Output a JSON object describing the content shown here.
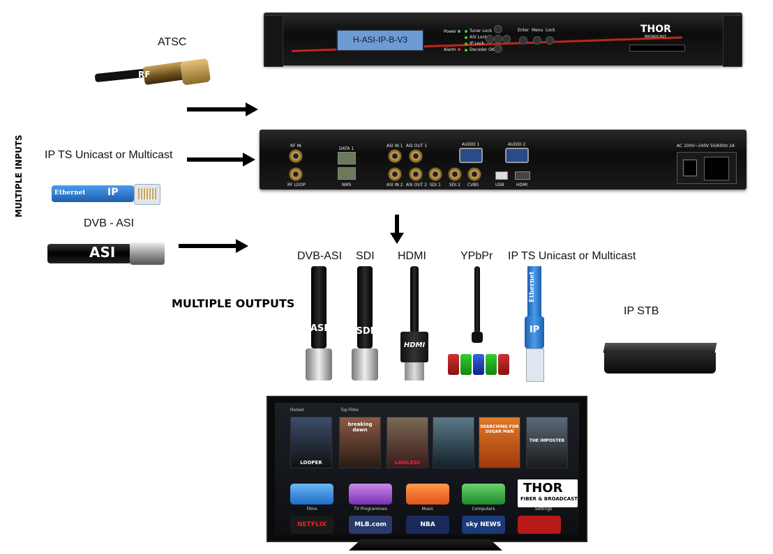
{
  "inputs": {
    "vertical_label": "MULTIPLE INPUTS",
    "atsc": "ATSC",
    "rf_tag": "RF",
    "ip_ts": "IP TS Unicast or Multicast",
    "ethernet_tag": "Ethernet",
    "ip_tag": "IP",
    "dvb_asi": "DVB - ASI",
    "asi_tag": "ASI"
  },
  "device_front": {
    "lcd_text": "H-ASI-IP-B-V3",
    "power": "Power",
    "alarm": "Alarm",
    "status": [
      "Tuner Lock",
      "ASI Lock",
      "IP Lock",
      "Decoder OK"
    ],
    "buttons": [
      "Enter",
      "Menu",
      "Lock"
    ],
    "brand": "THOR",
    "brand_sub": "BROADCAST"
  },
  "device_rear": {
    "rf_in": "RF IN",
    "rf_loop": "RF LOOP",
    "data1": "DATA 1",
    "nms": "NMS",
    "asi_in1": "ASI IN 1",
    "asi_out1": "ASI OUT 1",
    "audio1": "AUDIO 1",
    "audio2": "AUDIO 2",
    "asi_in2": "ASI IN 2",
    "asi_out2": "ASI OUT 2",
    "sdi1": "SDI 1",
    "sdi2": "SDI 2",
    "cvbs": "CVBS",
    "usb": "USB",
    "hdmi": "HDMI",
    "power_spec": "AC 100V~240V 50/60Hz 2A"
  },
  "outputs": {
    "heading": "MULTIPLE OUTPUTS",
    "dvb_asi": "DVB-ASI",
    "sdi": "SDI",
    "hdmi": "HDMI",
    "ypbpr": "YPbPr",
    "ip_ts": "IP TS Unicast or Multicast",
    "asi_tag": "ASI",
    "sdi_tag": "SDI",
    "hdmi_tag": "HDMI",
    "ethernet_tag": "Ethernet",
    "ip_tag": "IP",
    "ip_stb": "IP STB"
  },
  "tv": {
    "rented": "Rented",
    "top_films": "Top Films",
    "posters": [
      "LOOPER",
      "breaking dawn",
      "LAWLESS",
      "",
      "SEARCHING FOR SUGAR MAN",
      "THE IMPOSTER"
    ],
    "apps": [
      "Films",
      "TV Programmes",
      "Music",
      "Computers",
      "Settings"
    ],
    "tiles": [
      "NETFLIX",
      "MLB.com",
      "NBA",
      "sky NEWS",
      ""
    ],
    "thor_logo": "THOR",
    "thor_sub": "FIBER & BROADCAST"
  },
  "colors": {
    "lcd": "#6e9bd3",
    "ethernet_blue": "#2f7fd6",
    "led_green": "#3cd23c",
    "led_red": "#e23a2a",
    "thor_red": "#d6281e"
  }
}
